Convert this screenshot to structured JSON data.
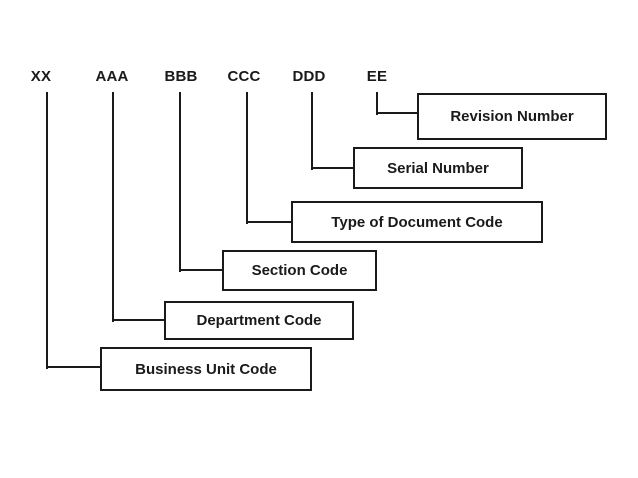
{
  "diagram": {
    "description": "Document number format legend",
    "entries": [
      {
        "code": "XX",
        "label": "Business Unit Code"
      },
      {
        "code": "AAA",
        "label": "Department Code"
      },
      {
        "code": "BBB",
        "label": "Section Code"
      },
      {
        "code": "CCC",
        "label": "Type of Document Code"
      },
      {
        "code": "DDD",
        "label": "Serial Number"
      },
      {
        "code": "EE",
        "label": "Revision Number"
      }
    ],
    "colors": {
      "background": "#ffffff",
      "line": "#1a1a1a",
      "text": "#1a1a1a"
    }
  }
}
